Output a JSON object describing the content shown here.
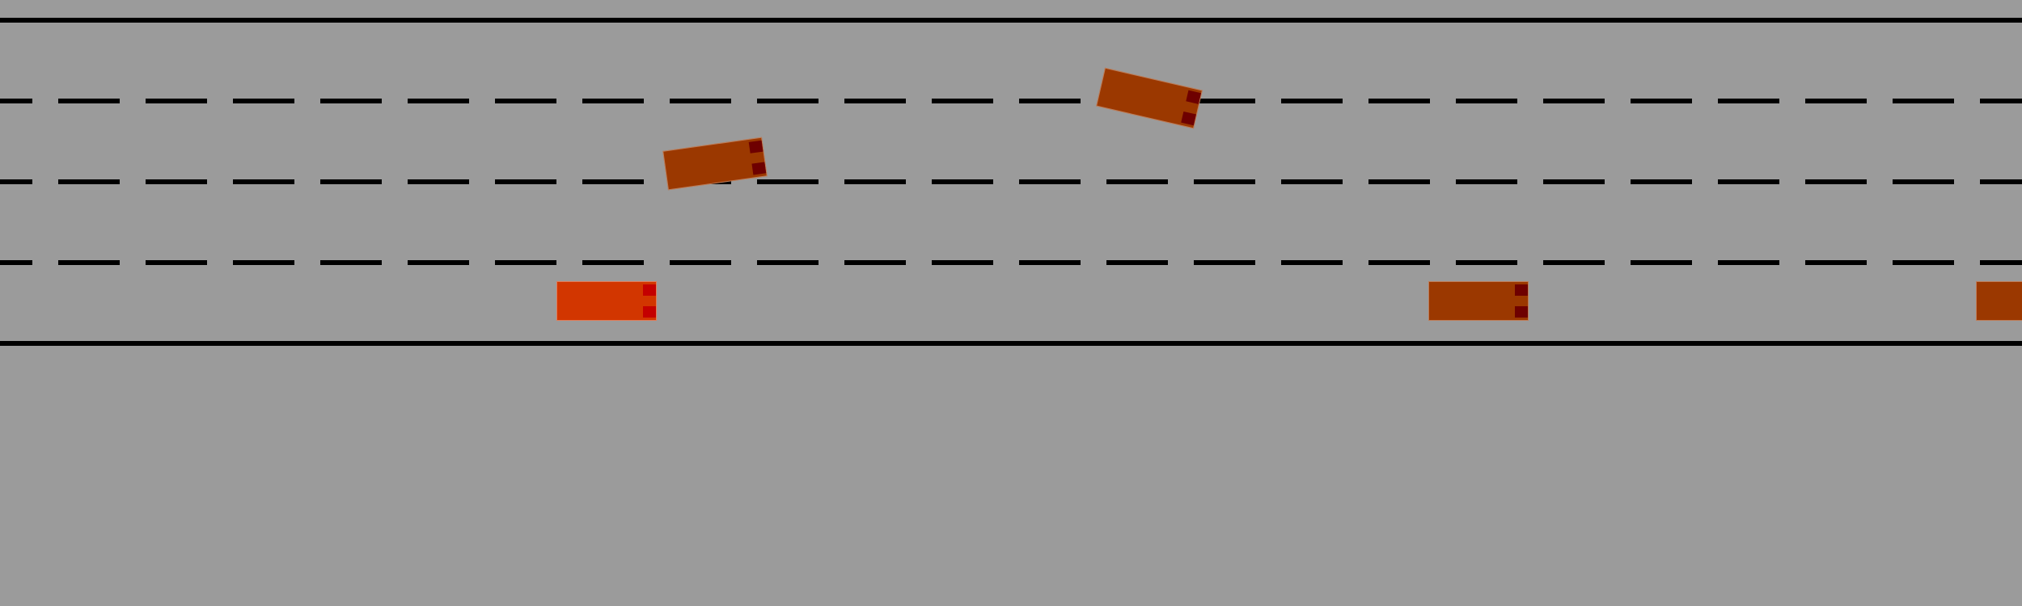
{
  "scene": {
    "type": "highway-driving-simulation",
    "view": "top-down",
    "lane_count": 4,
    "road_color": "#9b9b9b",
    "line_color": "#000000"
  },
  "vehicles": [
    {
      "id": "ego",
      "role": "ego-vehicle",
      "color": "#d23600",
      "light_color": "#c40000",
      "heading_deg": 0
    },
    {
      "id": "car-1",
      "role": "other-vehicle",
      "color": "#9b3800",
      "light_color": "#6e0000",
      "heading_deg": -8
    },
    {
      "id": "car-2",
      "role": "other-vehicle",
      "color": "#9b3800",
      "light_color": "#6e0000",
      "heading_deg": 13
    },
    {
      "id": "car-3",
      "role": "other-vehicle",
      "color": "#9b3800",
      "light_color": "#6e0000",
      "heading_deg": 0
    },
    {
      "id": "car-4",
      "role": "other-vehicle",
      "color": "#9b3800",
      "light_color": "#6e0000",
      "heading_deg": 0
    }
  ]
}
